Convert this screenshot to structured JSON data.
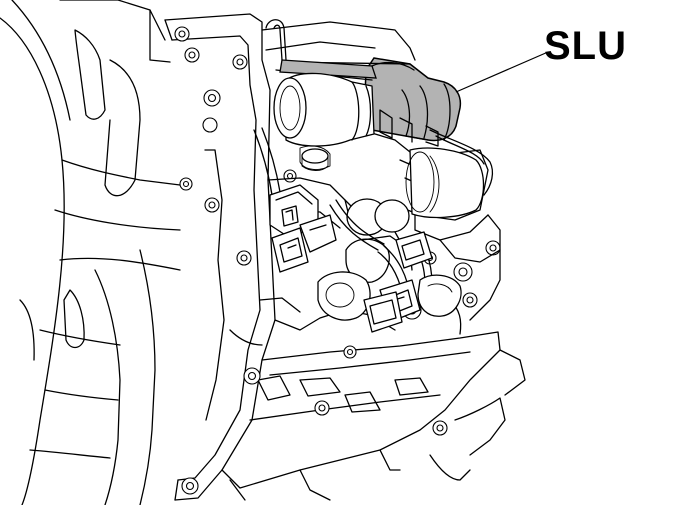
{
  "figure": {
    "callout_label": "SLU",
    "highlight_color": "#b3b3b3",
    "line_color": "#000000",
    "background": "#ffffff",
    "parts": [
      "transmission-case",
      "valve-body",
      "slu-solenoid",
      "shift-solenoids",
      "wire-harness",
      "connectors"
    ]
  }
}
